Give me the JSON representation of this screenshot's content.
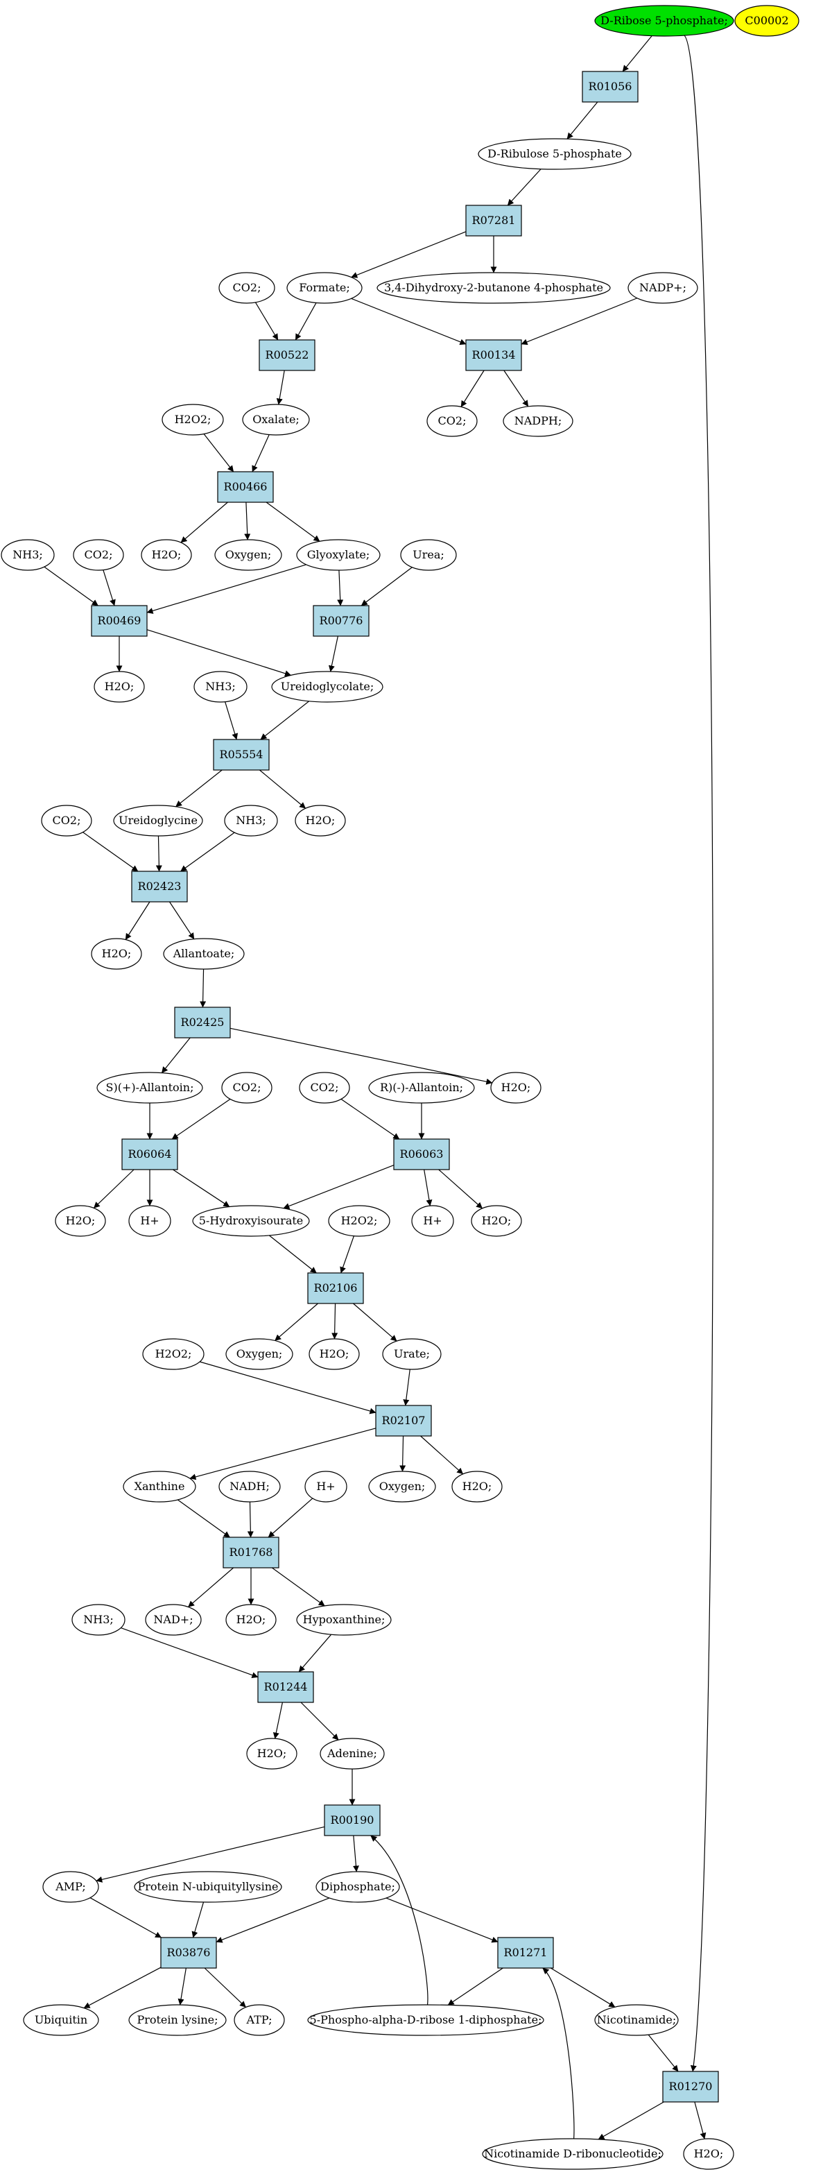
{
  "colors": {
    "reaction_fill": "#add8e6",
    "compound_fill": "#ffffff",
    "start_fill": "#00e000",
    "target_fill": "#ffff00",
    "stroke": "#000000"
  },
  "nodes": [
    {
      "id": "n_ribose5p",
      "type": "ellipse",
      "label": "D-Ribose 5-phosphate;",
      "fill": "start_fill"
    },
    {
      "id": "n_c00002",
      "type": "ellipse",
      "label": "C00002",
      "fill": "target_fill"
    },
    {
      "id": "R01056",
      "type": "rect",
      "label": "R01056"
    },
    {
      "id": "n_ribulose5p",
      "type": "ellipse",
      "label": "D-Ribulose 5-phosphate"
    },
    {
      "id": "R07281",
      "type": "rect",
      "label": "R07281"
    },
    {
      "id": "n_co2_a",
      "type": "ellipse",
      "label": "CO2;"
    },
    {
      "id": "n_formate",
      "type": "ellipse",
      "label": "Formate;"
    },
    {
      "id": "n_dhbp",
      "type": "ellipse",
      "label": "3,4-Dihydroxy-2-butanone 4-phosphate"
    },
    {
      "id": "n_nadp",
      "type": "ellipse",
      "label": "NADP+;"
    },
    {
      "id": "R00522",
      "type": "rect",
      "label": "R00522"
    },
    {
      "id": "R00134",
      "type": "rect",
      "label": "R00134"
    },
    {
      "id": "n_co2_b",
      "type": "ellipse",
      "label": "CO2;"
    },
    {
      "id": "n_nadph",
      "type": "ellipse",
      "label": "NADPH;"
    },
    {
      "id": "n_h2o2_a",
      "type": "ellipse",
      "label": "H2O2;"
    },
    {
      "id": "n_oxalate",
      "type": "ellipse",
      "label": "Oxalate;"
    },
    {
      "id": "R00466",
      "type": "rect",
      "label": "R00466"
    },
    {
      "id": "n_h2o_a",
      "type": "ellipse",
      "label": "H2O;"
    },
    {
      "id": "n_oxygen_a",
      "type": "ellipse",
      "label": "Oxygen;"
    },
    {
      "id": "n_glyoxylate",
      "type": "ellipse",
      "label": "Glyoxylate;"
    },
    {
      "id": "n_urea",
      "type": "ellipse",
      "label": "Urea;"
    },
    {
      "id": "n_nh3_a",
      "type": "ellipse",
      "label": "NH3;"
    },
    {
      "id": "n_co2_c",
      "type": "ellipse",
      "label": "CO2;"
    },
    {
      "id": "R00469",
      "type": "rect",
      "label": "R00469"
    },
    {
      "id": "R00776",
      "type": "rect",
      "label": "R00776"
    },
    {
      "id": "n_h2o_b",
      "type": "ellipse",
      "label": "H2O;"
    },
    {
      "id": "n_nh3_b",
      "type": "ellipse",
      "label": "NH3;"
    },
    {
      "id": "n_ureidoglycolate",
      "type": "ellipse",
      "label": "Ureidoglycolate;"
    },
    {
      "id": "R05554",
      "type": "rect",
      "label": "R05554"
    },
    {
      "id": "n_co2_d",
      "type": "ellipse",
      "label": "CO2;"
    },
    {
      "id": "n_ureidoglycine",
      "type": "ellipse",
      "label": "Ureidoglycine"
    },
    {
      "id": "n_nh3_c",
      "type": "ellipse",
      "label": "NH3;"
    },
    {
      "id": "n_h2o_c",
      "type": "ellipse",
      "label": "H2O;"
    },
    {
      "id": "R02423",
      "type": "rect",
      "label": "R02423"
    },
    {
      "id": "n_h2o_d",
      "type": "ellipse",
      "label": "H2O;"
    },
    {
      "id": "n_allantoate",
      "type": "ellipse",
      "label": "Allantoate;"
    },
    {
      "id": "R02425",
      "type": "rect",
      "label": "R02425"
    },
    {
      "id": "n_s_allantoin",
      "type": "ellipse",
      "label": "S)(+)-Allantoin;"
    },
    {
      "id": "n_co2_e",
      "type": "ellipse",
      "label": "CO2;"
    },
    {
      "id": "n_co2_f",
      "type": "ellipse",
      "label": "CO2;"
    },
    {
      "id": "n_r_allantoin",
      "type": "ellipse",
      "label": "R)(-)-Allantoin;"
    },
    {
      "id": "n_h2o_e",
      "type": "ellipse",
      "label": "H2O;"
    },
    {
      "id": "R06064",
      "type": "rect",
      "label": "R06064"
    },
    {
      "id": "R06063",
      "type": "rect",
      "label": "R06063"
    },
    {
      "id": "n_h2o_f",
      "type": "ellipse",
      "label": "H2O;"
    },
    {
      "id": "n_hplus_a",
      "type": "ellipse",
      "label": "H+"
    },
    {
      "id": "n_5hiu",
      "type": "ellipse",
      "label": "5-Hydroxyisourate"
    },
    {
      "id": "n_h2o2_b",
      "type": "ellipse",
      "label": "H2O2;"
    },
    {
      "id": "n_hplus_b",
      "type": "ellipse",
      "label": "H+"
    },
    {
      "id": "n_h2o_g",
      "type": "ellipse",
      "label": "H2O;"
    },
    {
      "id": "R02106",
      "type": "rect",
      "label": "R02106"
    },
    {
      "id": "n_h2o2_c",
      "type": "ellipse",
      "label": "H2O2;"
    },
    {
      "id": "n_oxygen_b",
      "type": "ellipse",
      "label": "Oxygen;"
    },
    {
      "id": "n_h2o_h",
      "type": "ellipse",
      "label": "H2O;"
    },
    {
      "id": "n_urate",
      "type": "ellipse",
      "label": "Urate;"
    },
    {
      "id": "R02107",
      "type": "rect",
      "label": "R02107"
    },
    {
      "id": "n_xanthine",
      "type": "ellipse",
      "label": "Xanthine"
    },
    {
      "id": "n_nadh",
      "type": "ellipse",
      "label": "NADH;"
    },
    {
      "id": "n_hplus_c",
      "type": "ellipse",
      "label": "H+"
    },
    {
      "id": "n_oxygen_c",
      "type": "ellipse",
      "label": "Oxygen;"
    },
    {
      "id": "n_h2o_i",
      "type": "ellipse",
      "label": "H2O;"
    },
    {
      "id": "R01768",
      "type": "rect",
      "label": "R01768"
    },
    {
      "id": "n_nh3_d",
      "type": "ellipse",
      "label": "NH3;"
    },
    {
      "id": "n_nadplus",
      "type": "ellipse",
      "label": "NAD+;"
    },
    {
      "id": "n_h2o_j",
      "type": "ellipse",
      "label": "H2O;"
    },
    {
      "id": "n_hypoxanthine",
      "type": "ellipse",
      "label": "Hypoxanthine;"
    },
    {
      "id": "R01244",
      "type": "rect",
      "label": "R01244"
    },
    {
      "id": "n_h2o_k",
      "type": "ellipse",
      "label": "H2O;"
    },
    {
      "id": "n_adenine",
      "type": "ellipse",
      "label": "Adenine;"
    },
    {
      "id": "R00190",
      "type": "rect",
      "label": "R00190"
    },
    {
      "id": "n_amp",
      "type": "ellipse",
      "label": "AMP;"
    },
    {
      "id": "n_protein_nub",
      "type": "ellipse",
      "label": "Protein N-ubiquityllysine"
    },
    {
      "id": "n_diphosphate",
      "type": "ellipse",
      "label": "Diphosphate;"
    },
    {
      "id": "R03876",
      "type": "rect",
      "label": "R03876"
    },
    {
      "id": "R01271",
      "type": "rect",
      "label": "R01271"
    },
    {
      "id": "n_ubiquitin",
      "type": "ellipse",
      "label": "Ubiquitin"
    },
    {
      "id": "n_protein_lys",
      "type": "ellipse",
      "label": "Protein lysine;"
    },
    {
      "id": "n_atp",
      "type": "ellipse",
      "label": "ATP;"
    },
    {
      "id": "n_prpp",
      "type": "ellipse",
      "label": "5-Phospho-alpha-D-ribose 1-diphosphate;"
    },
    {
      "id": "n_nicotinamide",
      "type": "ellipse",
      "label": "Nicotinamide;"
    },
    {
      "id": "R01270",
      "type": "rect",
      "label": "R01270"
    },
    {
      "id": "n_nmn",
      "type": "ellipse",
      "label": "Nicotinamide D-ribonucleotide;"
    },
    {
      "id": "n_h2o_l",
      "type": "ellipse",
      "label": "H2O;"
    }
  ],
  "edges": [
    [
      "n_ribose5p",
      "R01056"
    ],
    [
      "n_ribose5p",
      "R01270"
    ],
    [
      "R01056",
      "n_ribulose5p"
    ],
    [
      "n_ribulose5p",
      "R07281"
    ],
    [
      "R07281",
      "n_formate"
    ],
    [
      "R07281",
      "n_dhbp"
    ],
    [
      "n_co2_a",
      "R00522"
    ],
    [
      "n_formate",
      "R00522"
    ],
    [
      "n_formate",
      "R00134"
    ],
    [
      "n_nadp",
      "R00134"
    ],
    [
      "R00134",
      "n_co2_b"
    ],
    [
      "R00134",
      "n_nadph"
    ],
    [
      "R00522",
      "n_oxalate"
    ],
    [
      "n_h2o2_a",
      "R00466"
    ],
    [
      "n_oxalate",
      "R00466"
    ],
    [
      "R00466",
      "n_h2o_a"
    ],
    [
      "R00466",
      "n_oxygen_a"
    ],
    [
      "R00466",
      "n_glyoxylate"
    ],
    [
      "n_nh3_a",
      "R00469"
    ],
    [
      "n_co2_c",
      "R00469"
    ],
    [
      "n_glyoxylate",
      "R00469"
    ],
    [
      "n_glyoxylate",
      "R00776"
    ],
    [
      "n_urea",
      "R00776"
    ],
    [
      "R00469",
      "n_h2o_b"
    ],
    [
      "R00469",
      "n_ureidoglycolate"
    ],
    [
      "R00776",
      "n_ureidoglycolate"
    ],
    [
      "n_nh3_b",
      "R05554"
    ],
    [
      "n_ureidoglycolate",
      "R05554"
    ],
    [
      "R05554",
      "n_ureidoglycine"
    ],
    [
      "R05554",
      "n_h2o_c"
    ],
    [
      "n_co2_d",
      "R02423"
    ],
    [
      "n_ureidoglycine",
      "R02423"
    ],
    [
      "n_nh3_c",
      "R02423"
    ],
    [
      "R02423",
      "n_h2o_d"
    ],
    [
      "R02423",
      "n_allantoate"
    ],
    [
      "n_allantoate",
      "R02425"
    ],
    [
      "R02425",
      "n_s_allantoin"
    ],
    [
      "R02425",
      "n_h2o_e"
    ],
    [
      "n_s_allantoin",
      "R06064"
    ],
    [
      "n_co2_e",
      "R06064"
    ],
    [
      "n_co2_f",
      "R06063"
    ],
    [
      "n_r_allantoin",
      "R06063"
    ],
    [
      "R06064",
      "n_h2o_f"
    ],
    [
      "R06064",
      "n_hplus_a"
    ],
    [
      "R06064",
      "n_5hiu"
    ],
    [
      "R06063",
      "n_5hiu"
    ],
    [
      "R06063",
      "n_hplus_b"
    ],
    [
      "R06063",
      "n_h2o_g"
    ],
    [
      "n_5hiu",
      "R02106"
    ],
    [
      "n_h2o2_b",
      "R02106"
    ],
    [
      "R02106",
      "n_oxygen_b"
    ],
    [
      "R02106",
      "n_h2o_h"
    ],
    [
      "R02106",
      "n_urate"
    ],
    [
      "n_h2o2_c",
      "R02107"
    ],
    [
      "n_urate",
      "R02107"
    ],
    [
      "R02107",
      "n_xanthine"
    ],
    [
      "R02107",
      "n_oxygen_c"
    ],
    [
      "R02107",
      "n_h2o_i"
    ],
    [
      "n_xanthine",
      "R01768"
    ],
    [
      "n_nadh",
      "R01768"
    ],
    [
      "n_hplus_c",
      "R01768"
    ],
    [
      "R01768",
      "n_nadplus"
    ],
    [
      "R01768",
      "n_h2o_j"
    ],
    [
      "R01768",
      "n_hypoxanthine"
    ],
    [
      "n_nh3_d",
      "R01244"
    ],
    [
      "n_hypoxanthine",
      "R01244"
    ],
    [
      "R01244",
      "n_h2o_k"
    ],
    [
      "R01244",
      "n_adenine"
    ],
    [
      "n_adenine",
      "R00190"
    ],
    [
      "n_prpp",
      "R00190"
    ],
    [
      "R00190",
      "n_amp"
    ],
    [
      "R00190",
      "n_diphosphate"
    ],
    [
      "n_amp",
      "R03876"
    ],
    [
      "n_protein_nub",
      "R03876"
    ],
    [
      "n_diphosphate",
      "R03876"
    ],
    [
      "n_diphosphate",
      "R01271"
    ],
    [
      "R03876",
      "n_ubiquitin"
    ],
    [
      "R03876",
      "n_protein_lys"
    ],
    [
      "R03876",
      "n_atp"
    ],
    [
      "R01271",
      "n_prpp"
    ],
    [
      "R01271",
      "n_nicotinamide"
    ],
    [
      "n_nicotinamide",
      "R01270"
    ],
    [
      "n_nmn",
      "R01271"
    ],
    [
      "R01270",
      "n_nmn"
    ],
    [
      "R01270",
      "n_h2o_l"
    ]
  ]
}
